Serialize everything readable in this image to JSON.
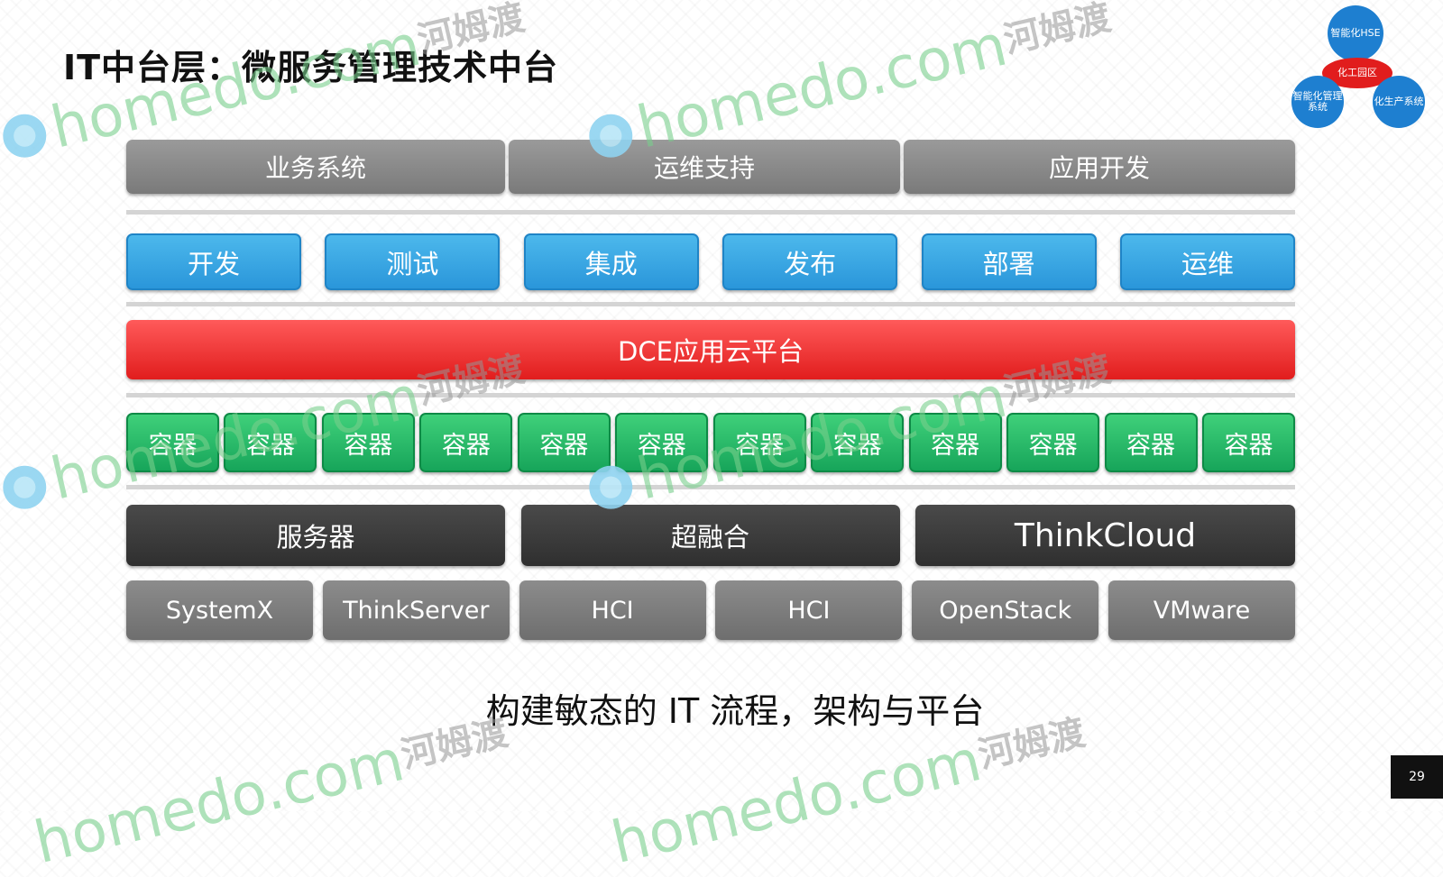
{
  "title": "IT中台层：微服务管理技术中台",
  "top_row": [
    "业务系统",
    "运维支持",
    "应用开发"
  ],
  "stages": [
    "开发",
    "测试",
    "集成",
    "发布",
    "部署",
    "运维"
  ],
  "platform": "DCE应用云平台",
  "containers": [
    "容器",
    "容器",
    "容器",
    "容器",
    "容器",
    "容器",
    "容器",
    "容器",
    "容器",
    "容器",
    "容器",
    "容器"
  ],
  "infrastructure": [
    "服务器",
    "超融合",
    "ThinkCloud"
  ],
  "products": [
    "SystemX",
    "ThinkServer",
    "HCI",
    "HCI",
    "OpenStack",
    "VMware"
  ],
  "subtitle": "构建敏态的 IT 流程，架构与平台",
  "page_number": "29",
  "corner_logo": {
    "top": "智能化HSE",
    "left": "智能化管理系统",
    "right": "化生产系统",
    "center": "化工园区"
  },
  "watermark": {
    "brand": "homedo.com",
    "cn": "河姆渡"
  },
  "colors": {
    "top_row": "#888888",
    "stages": "#38a9e4",
    "platform": "#f03030",
    "containers": "#22b866",
    "infrastructure": "#3a3a3a",
    "products": "#7c7c7c"
  }
}
